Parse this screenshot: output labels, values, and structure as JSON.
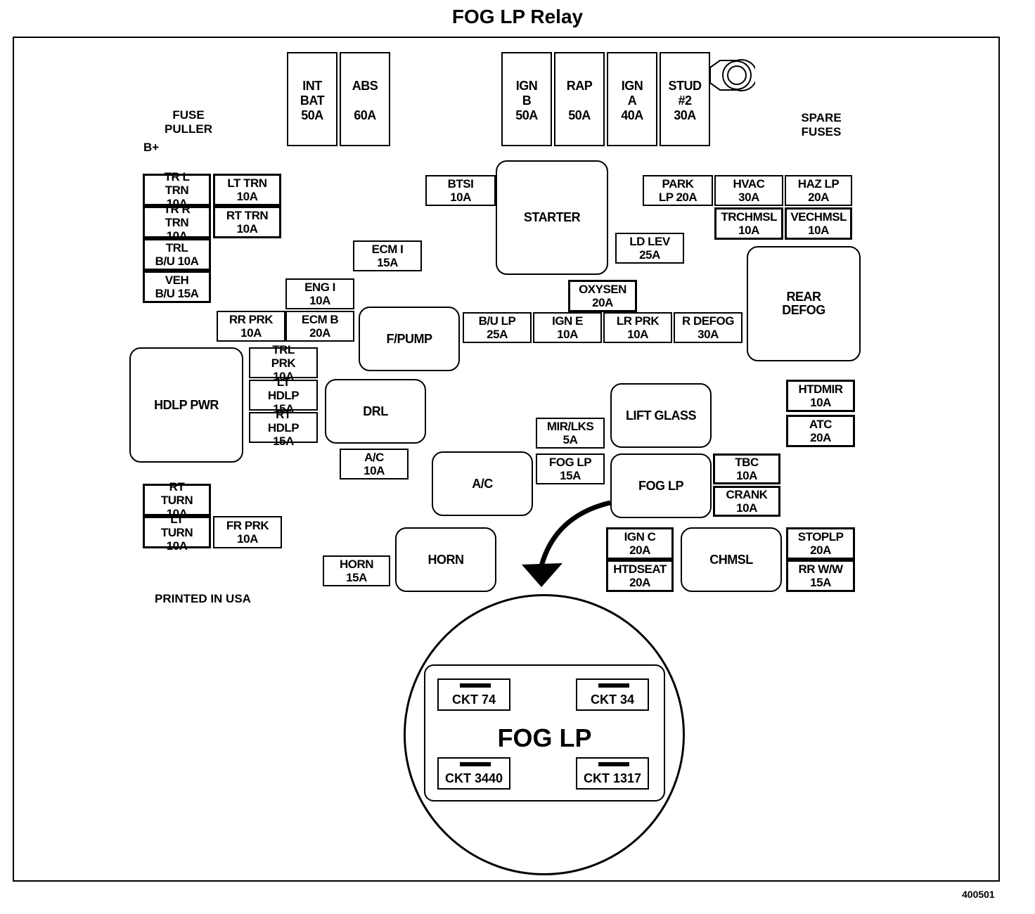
{
  "title": "FOG LP Relay",
  "labels": {
    "fuse_puller": "FUSE PULLER",
    "b_plus": "B+",
    "spare_fuses": "SPARE FUSES",
    "printed": "PRINTED IN USA",
    "figure_number": "400501"
  },
  "maxi_fuses": [
    {
      "name": "INT BAT",
      "rating": "50A"
    },
    {
      "name": "ABS",
      "rating": "60A"
    },
    {
      "name": "IGN B",
      "rating": "50A"
    },
    {
      "name": "RAP",
      "rating": "50A"
    },
    {
      "name": "IGN A",
      "rating": "40A"
    },
    {
      "name": "STUD #2",
      "rating": "30A"
    }
  ],
  "fuses": {
    "tr_l_trn": "TR L TRN 10A",
    "lt_trn": "LT TRN 10A",
    "tr_r_trn": "TR R TRN 10A",
    "rt_trn": "RT TRN 10A",
    "trl_bu": "TRL B/U 10A",
    "veh_bu": "VEH B/U 15A",
    "ecm_i": "ECM I 15A",
    "eng_i": "ENG I 10A",
    "rr_prk": "RR PRK 10A",
    "ecm_b": "ECM B 20A",
    "trl_prk": "TRL PRK 10A",
    "lt_hdlp": "LT HDLP 15A",
    "rt_hdlp": "RT HDLP 15A",
    "btsi": "BTSI 10A",
    "park_lp": "PARK LP 20A",
    "hvac": "HVAC 30A",
    "haz_lp": "HAZ LP 20A",
    "trchmsl": "TRCHMSL 10A",
    "vechmsl": "VECHMSL 10A",
    "ld_lev": "LD LEV 25A",
    "oxysen": "OXYSEN 20A",
    "bu_lp": "B/U LP 25A",
    "ign_e": "IGN E 10A",
    "lr_prk": "LR PRK 10A",
    "r_defog": "R DEFOG 30A",
    "htdmir": "HTDMIR 10A",
    "atc": "ATC 20A",
    "mir_lks": "MIR/LKS 5A",
    "fog_lp": "FOG LP 15A",
    "ac": "A/C 10A",
    "tbc": "TBC 10A",
    "crank": "CRANK 10A",
    "rt_turn": "RT TURN 10A",
    "lt_turn": "LT TURN 10A",
    "fr_prk": "FR PRK 10A",
    "horn": "HORN 15A",
    "ign_c": "IGN C 20A",
    "htdseat": "HTDSEAT 20A",
    "stoplp": "STOPLP 20A",
    "rr_ww": "RR W/W 15A"
  },
  "relays": {
    "starter": "STARTER",
    "rear_defog": "REAR DEFOG",
    "f_pump": "F/PUMP",
    "hdlp_pwr": "HDLP PWR",
    "drl": "DRL",
    "lift_glass": "LIFT GLASS",
    "ac": "A/C",
    "fog_lp": "FOG LP",
    "horn": "HORN",
    "chmsl": "CHMSL"
  },
  "inset": {
    "title": "FOG LP",
    "terminals": [
      "CKT 74",
      "CKT 34",
      "CKT 3440",
      "CKT 1317"
    ]
  }
}
